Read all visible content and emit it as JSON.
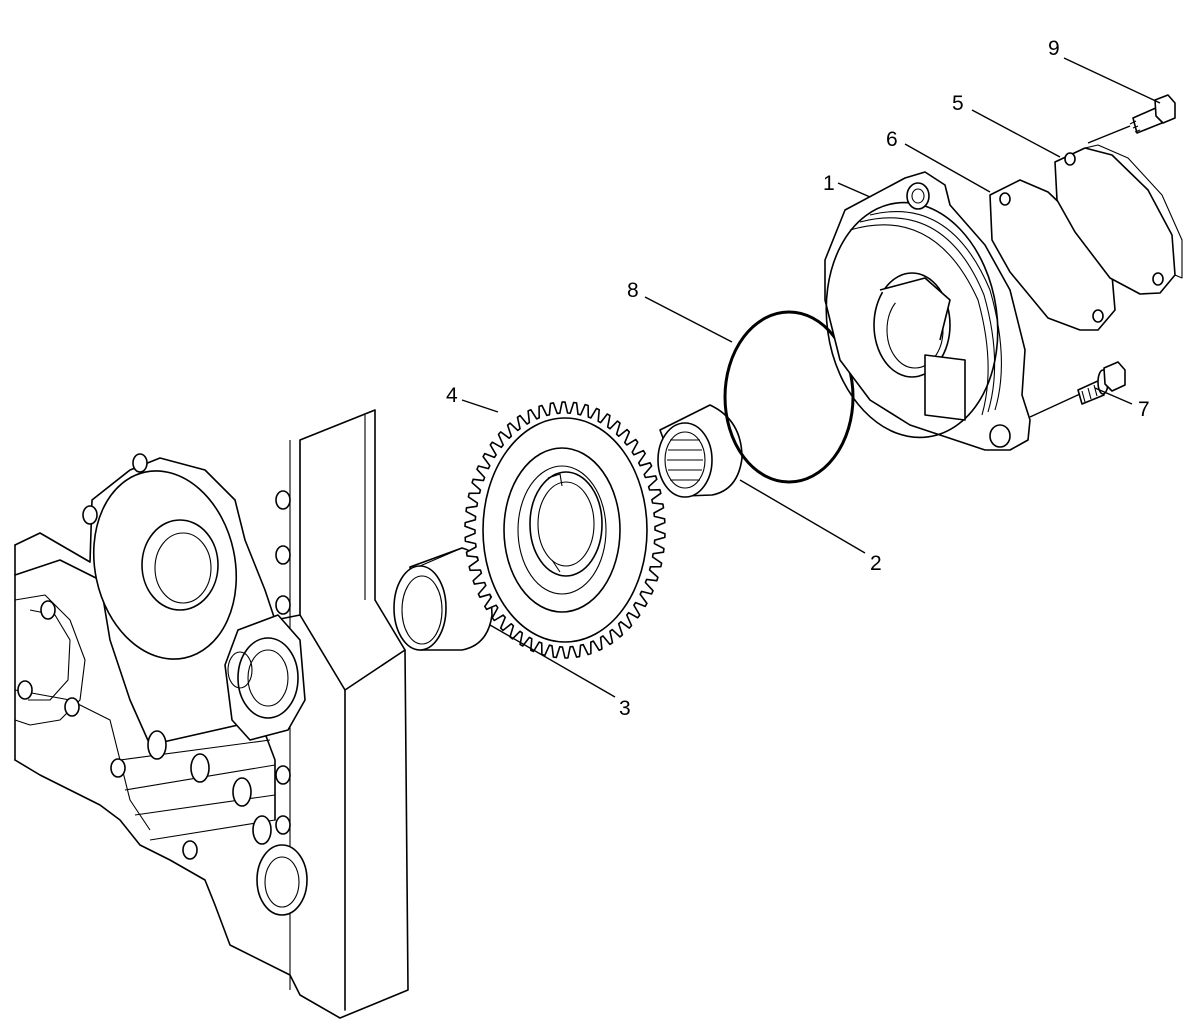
{
  "diagram": {
    "labels": {
      "part_1": "1",
      "part_2": "2",
      "part_3": "3",
      "part_4": "4",
      "part_5": "5",
      "part_6": "6",
      "part_7": "7",
      "part_8": "8",
      "part_9": "9"
    }
  }
}
